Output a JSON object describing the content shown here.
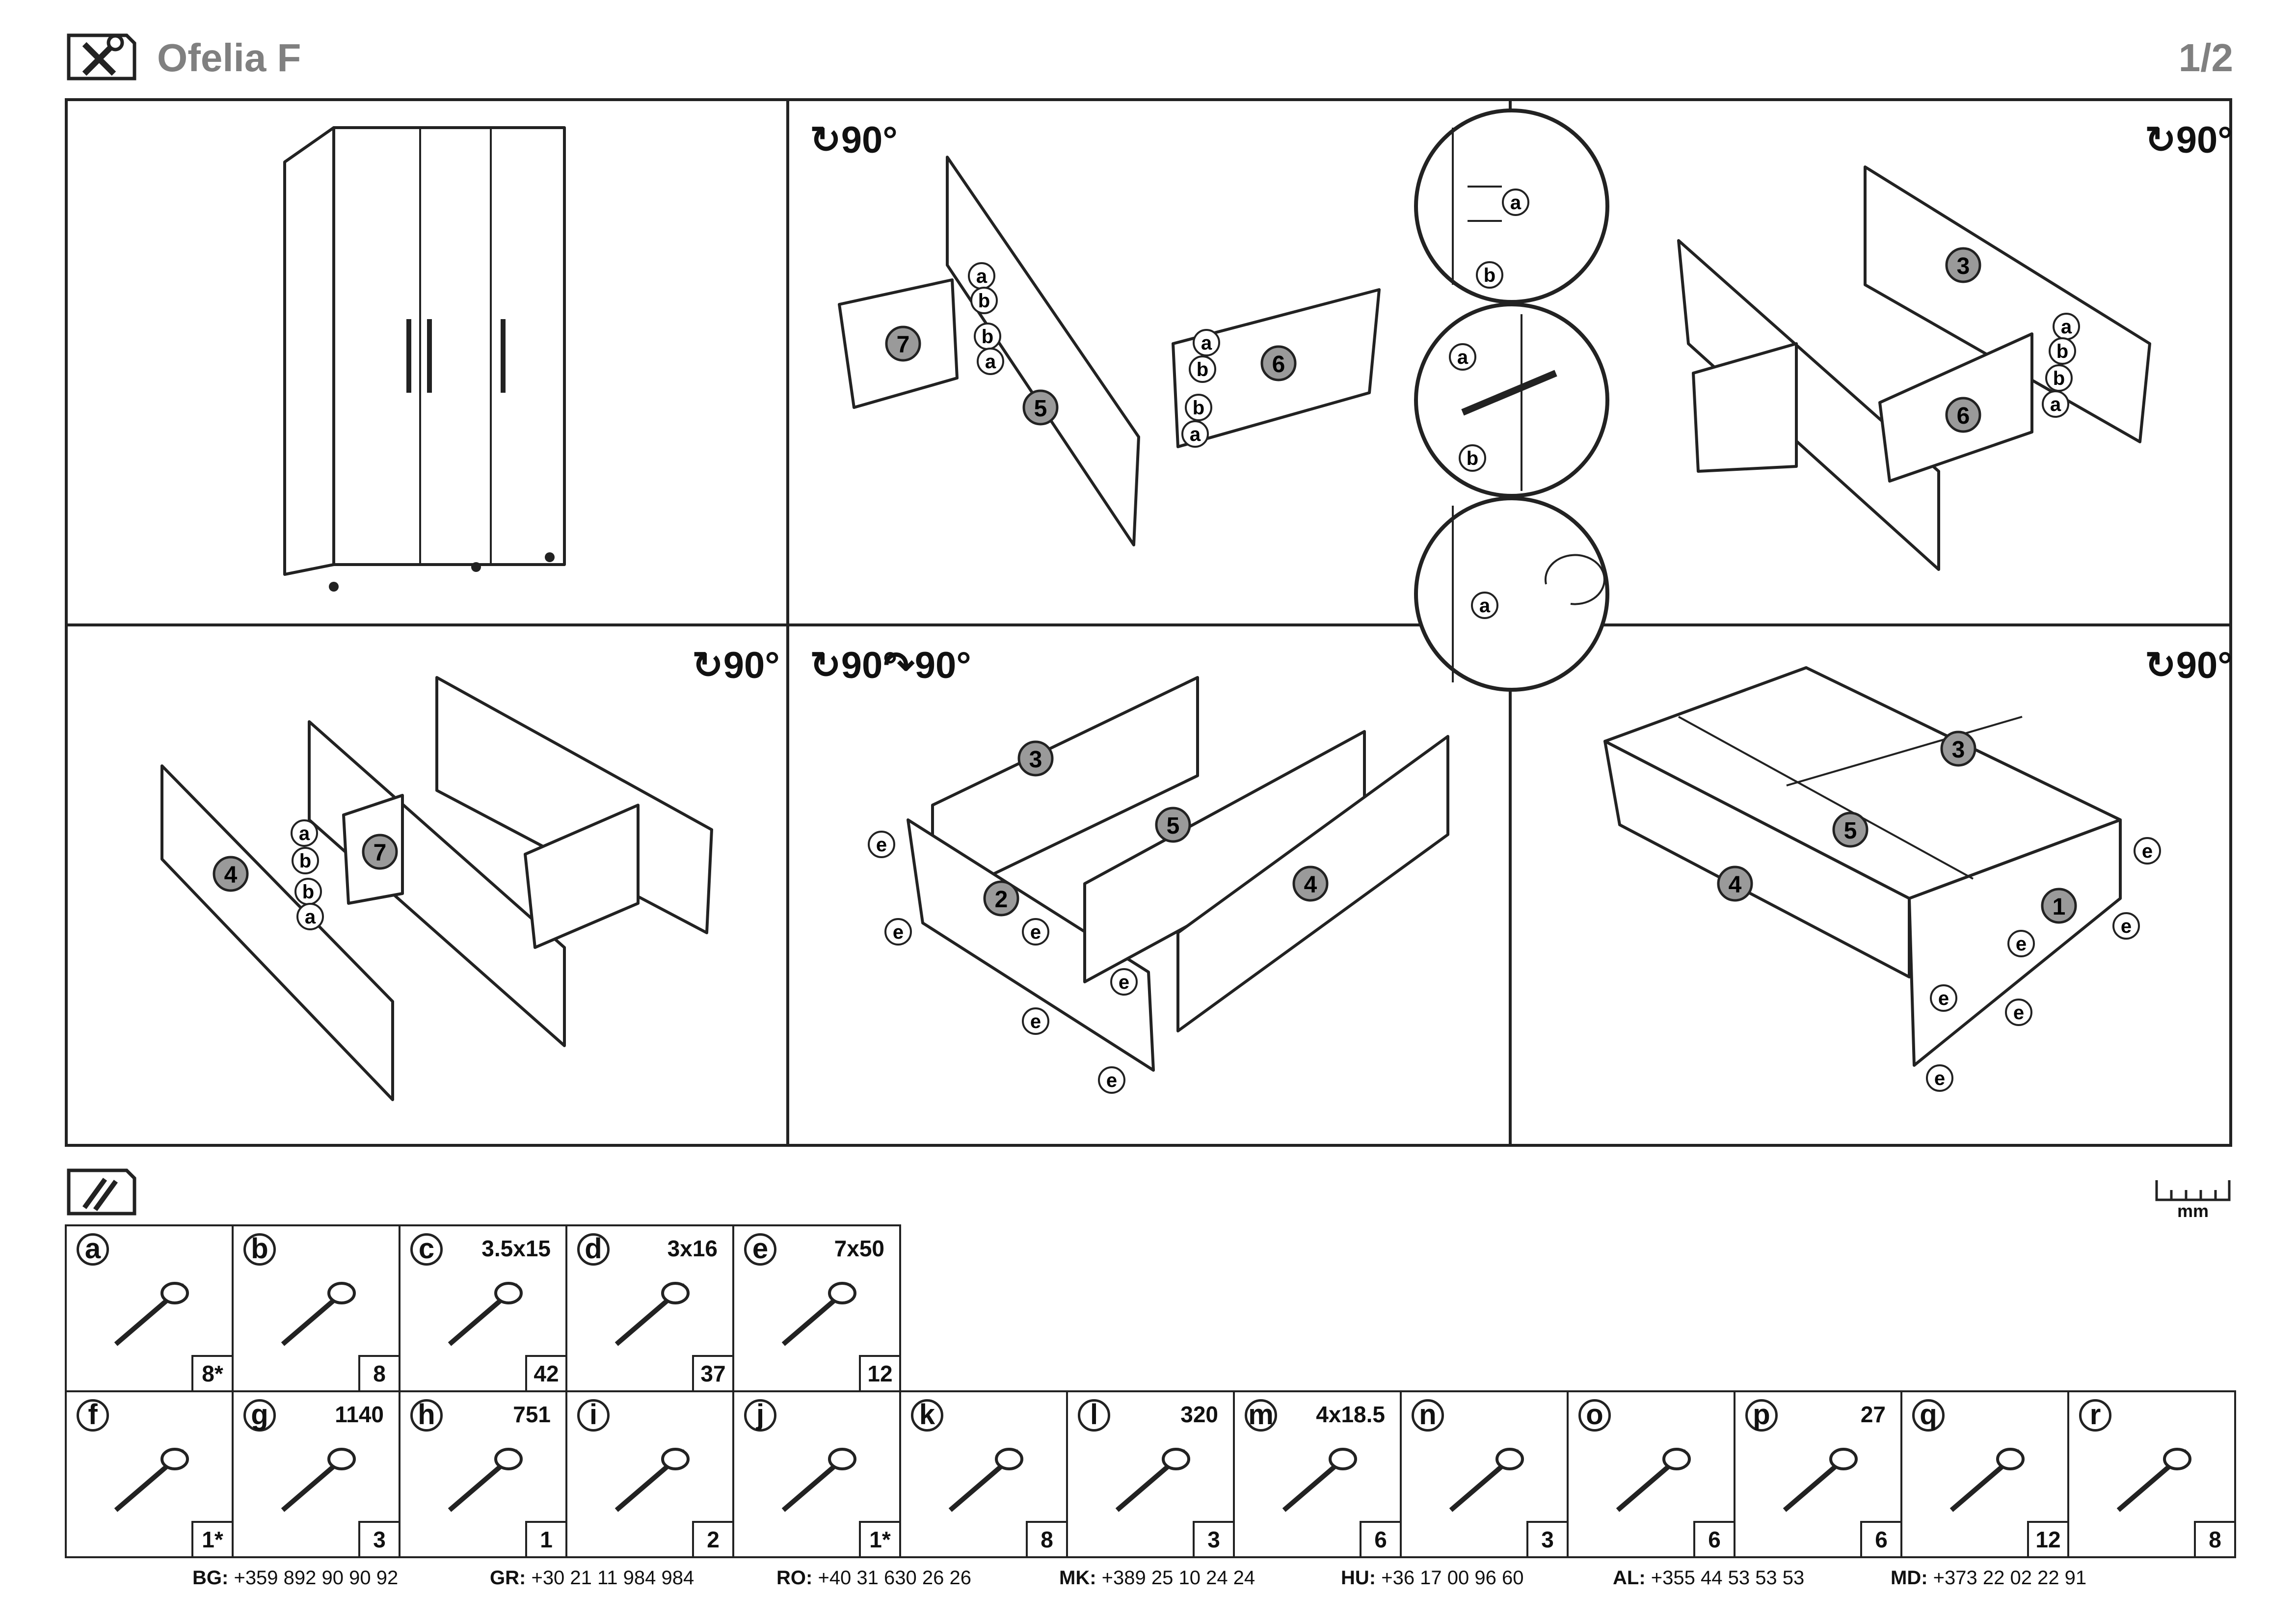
{
  "header": {
    "title": "Ofelia F",
    "page": "1/2",
    "icon": "tools-icon"
  },
  "rotations": {
    "deg": "90°"
  },
  "panel_numbers": [
    "1",
    "2",
    "3",
    "4",
    "5",
    "6",
    "7"
  ],
  "fastener_labels": [
    "a",
    "b",
    "e"
  ],
  "parts_icon": "hardware-icon",
  "ruler_unit": "mm",
  "parts": [
    {
      "letter": "a",
      "spec": "",
      "qty": "8*"
    },
    {
      "letter": "b",
      "spec": "",
      "qty": "8"
    },
    {
      "letter": "c",
      "spec": "3.5x15",
      "qty": "42"
    },
    {
      "letter": "d",
      "spec": "3x16",
      "qty": "37"
    },
    {
      "letter": "e",
      "spec": "7x50",
      "qty": "12"
    },
    {
      "letter": "f",
      "spec": "",
      "qty": "1*"
    },
    {
      "letter": "g",
      "spec": "1140",
      "qty": "3"
    },
    {
      "letter": "h",
      "spec": "751",
      "qty": "1"
    },
    {
      "letter": "i",
      "spec": "",
      "qty": "2"
    },
    {
      "letter": "j",
      "spec": "",
      "qty": "1*"
    },
    {
      "letter": "k",
      "spec": "",
      "qty": "8"
    },
    {
      "letter": "l",
      "spec": "320",
      "qty": "3"
    },
    {
      "letter": "m",
      "spec": "4x18.5",
      "qty": "6"
    },
    {
      "letter": "n",
      "spec": "",
      "qty": "3"
    },
    {
      "letter": "o",
      "spec": "",
      "qty": "6"
    },
    {
      "letter": "p",
      "spec": "27",
      "qty": "6"
    },
    {
      "letter": "q",
      "spec": "",
      "qty": "12"
    },
    {
      "letter": "r",
      "spec": "",
      "qty": "8"
    }
  ],
  "phones": [
    {
      "code": "BG:",
      "number": "+359 892 90 90 92"
    },
    {
      "code": "GR:",
      "number": "+30 21 11 984 984"
    },
    {
      "code": "RO:",
      "number": "+40 31 630 26 26"
    },
    {
      "code": "MK:",
      "number": "+389 25 10 24 24"
    },
    {
      "code": "HU:",
      "number": "+36 17 00 96 60"
    },
    {
      "code": "AL:",
      "number": "+355 44 53 53 53"
    },
    {
      "code": "MD:",
      "number": "+373 22 02 22 91"
    }
  ]
}
